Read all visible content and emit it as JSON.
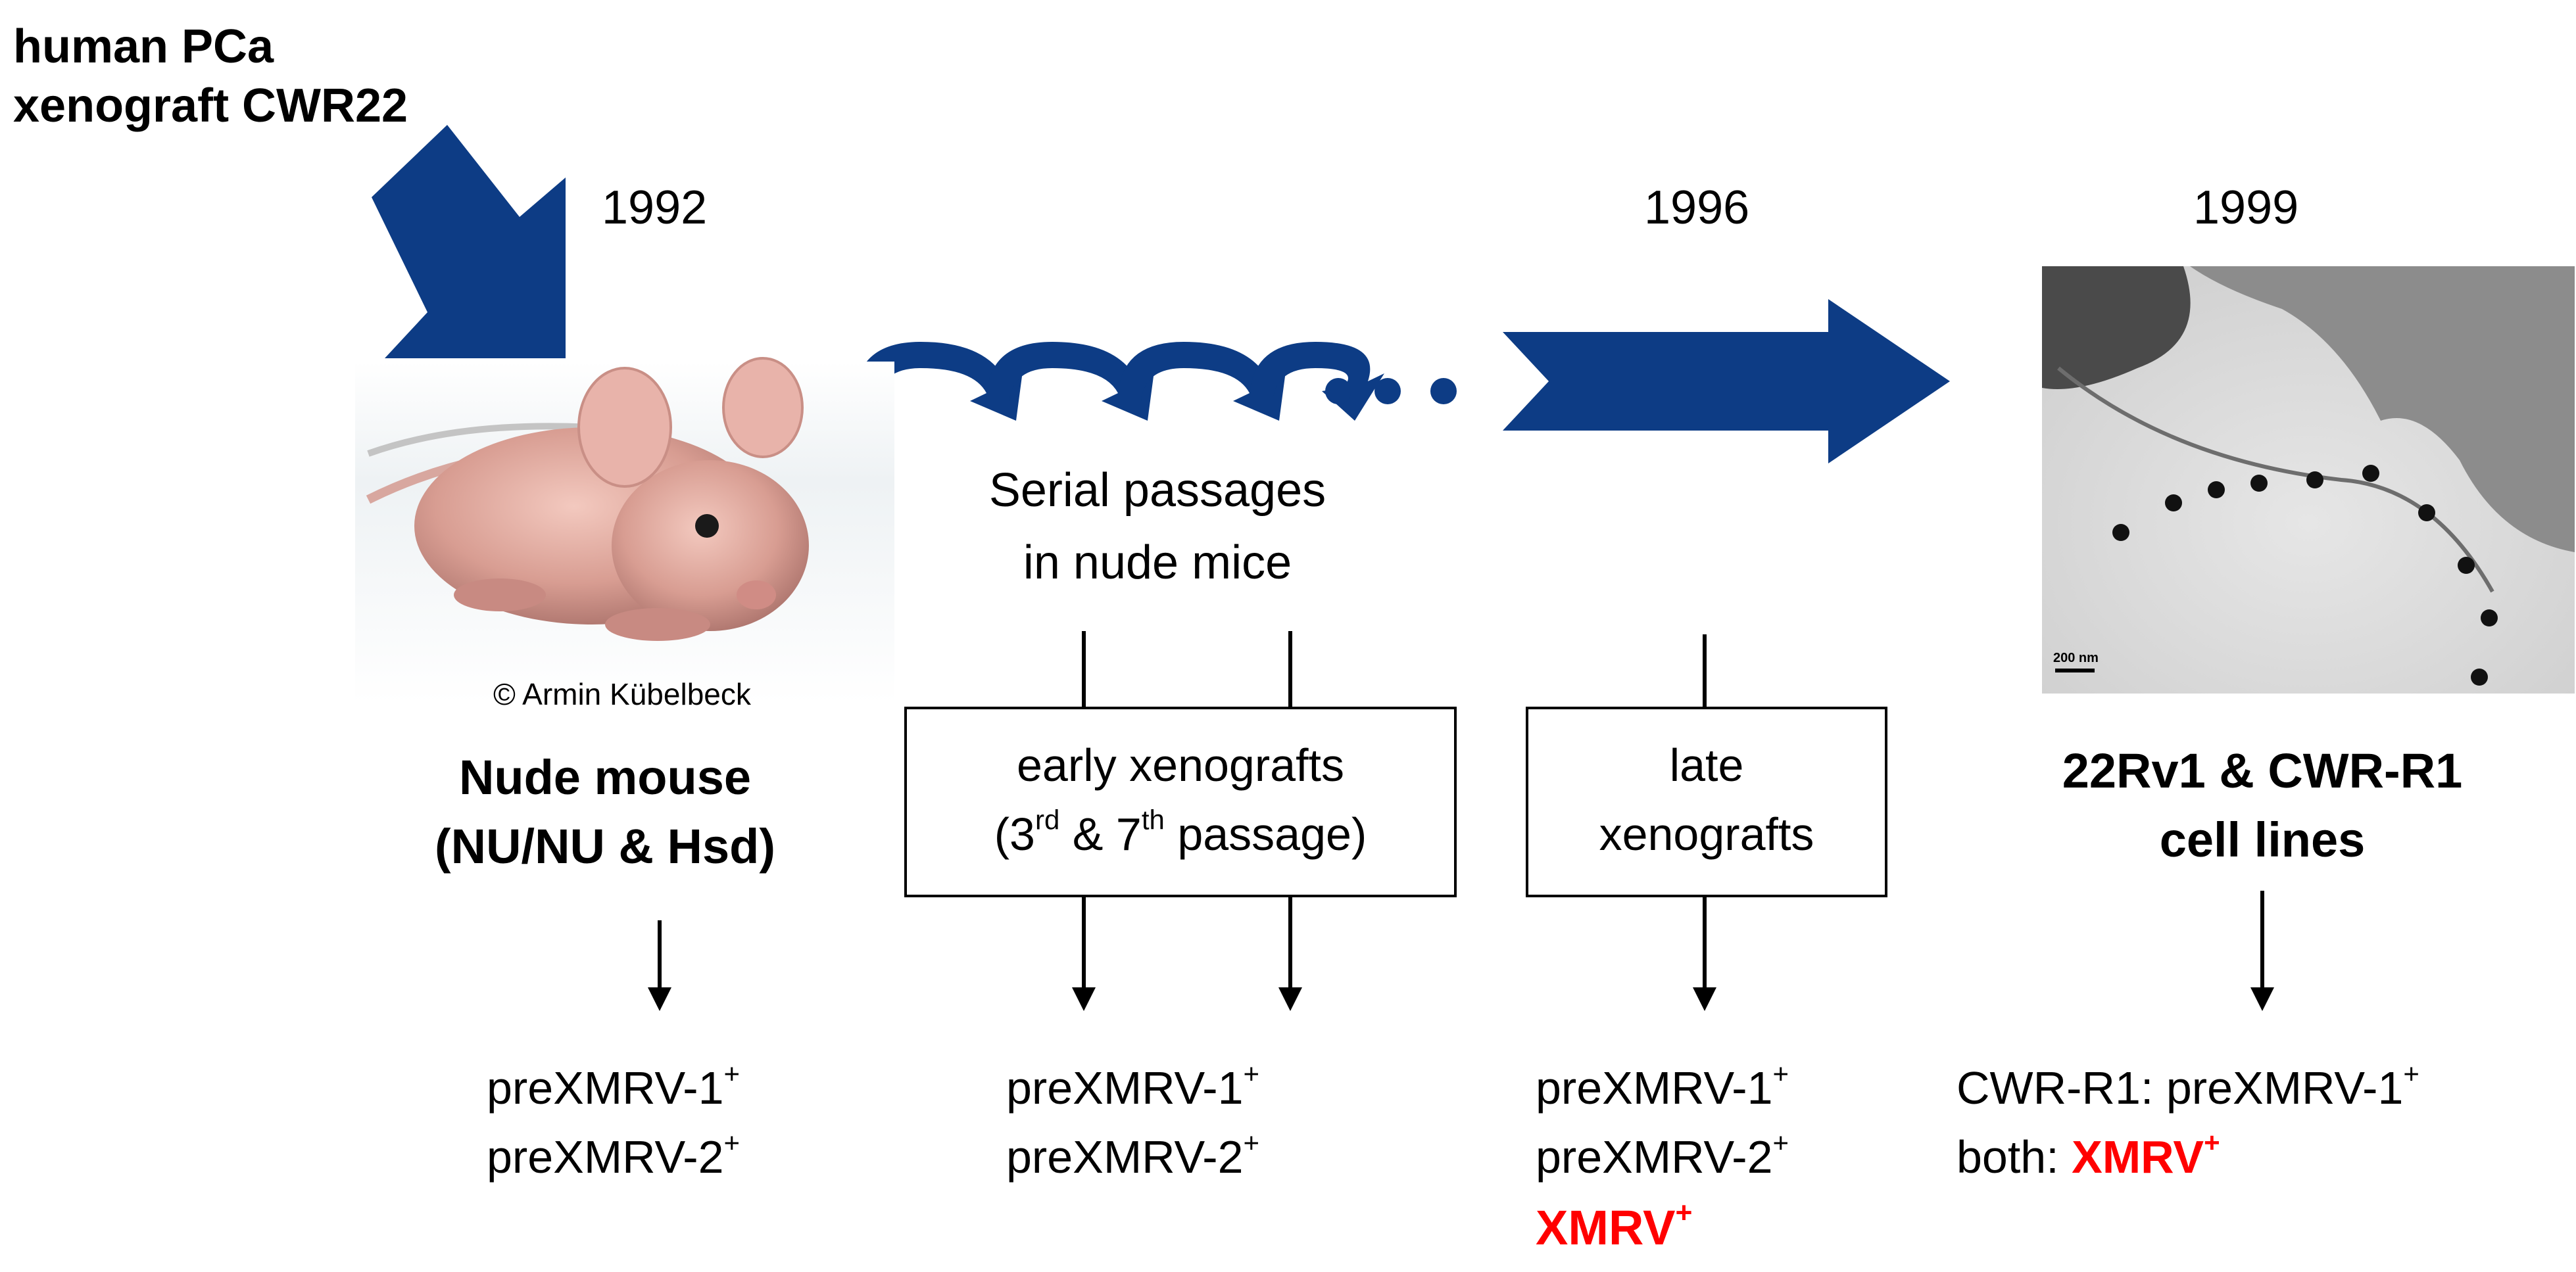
{
  "source": {
    "line1": "human PCa",
    "line2": "xenograft CWR22"
  },
  "years": [
    "1992",
    "1996",
    "1999"
  ],
  "mouse": {
    "copyright": "© Armin Kübelbeck",
    "label_line1": "Nude mouse",
    "label_line2": "(NU/NU & Hsd)"
  },
  "serial": {
    "line1": "Serial passages",
    "line2": "in nude mice"
  },
  "early_box": {
    "line1": "early xenografts",
    "line2_pre": "(3",
    "sup1": "rd",
    "line2_mid": " & 7",
    "sup2": "th",
    "line2_post": " passage)"
  },
  "late_box": {
    "line1": "late",
    "line2": "xenografts"
  },
  "em": {
    "scale_bar": "200 nm"
  },
  "celllines": {
    "line1": "22Rv1 & CWR-R1",
    "line2": "cell lines"
  },
  "results": {
    "mouse": [
      {
        "name": "preXMRV-1",
        "sign": "+"
      },
      {
        "name": "preXMRV-2",
        "sign": "+"
      }
    ],
    "early": [
      {
        "name": "preXMRV-1",
        "sign": "+"
      },
      {
        "name": "preXMRV-2",
        "sign": "+"
      }
    ],
    "late": [
      {
        "name": "preXMRV-1",
        "sign": "+"
      },
      {
        "name": "preXMRV-2",
        "sign": "+"
      },
      {
        "name": "XMRV",
        "sign": "+"
      }
    ],
    "celllines": {
      "line1_prefix": "CWR-R1: ",
      "line1_name": "preXMRV-1",
      "line1_sign": "+",
      "line2_prefix": "both: ",
      "line2_name": "XMRV",
      "line2_sign": "+"
    }
  },
  "colors": {
    "arrow": "#0d3c85",
    "highlight": "#ff0000",
    "text": "#000000"
  }
}
